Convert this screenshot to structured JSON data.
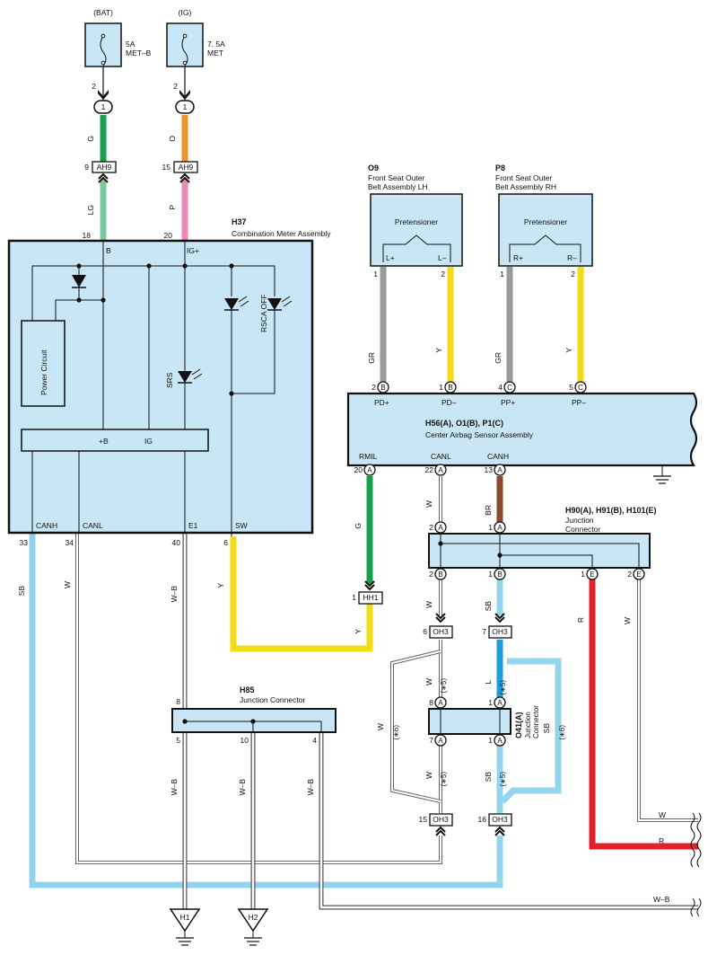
{
  "colors": {
    "box_fill": "#c8e6f5",
    "green": "#16a04a",
    "light_green": "#7cc9a0",
    "orange": "#f0922c",
    "pink": "#ea86b8",
    "gray": "#9a9a9a",
    "yellow": "#f5da16",
    "brown": "#8b4a2b",
    "light_blue": "#92d3ee",
    "blue": "#1a9ee0",
    "red": "#e5202a",
    "black": "#111111"
  },
  "fuses": {
    "bat": {
      "source": "(BAT)",
      "rating": "5A",
      "name": "MET–B",
      "pin": "2",
      "conn": "1"
    },
    "ig": {
      "source": "(IG)",
      "rating": "7. 5A",
      "name": "MET",
      "pin": "2",
      "conn": "1"
    }
  },
  "ah9": {
    "label": "AH9",
    "pin_g": "9",
    "pin_o": "15",
    "wire_top_g": "G",
    "wire_top_o": "O",
    "wire_bot_lg": "LG",
    "wire_bot_p": "P"
  },
  "meter": {
    "code": "H37",
    "name": "Combination Meter Assembly",
    "pin_b_num": "18",
    "pin_b": "B",
    "pin_ig_num": "20",
    "pin_ig": "IG+",
    "power_circuit": "Power Circuit",
    "srs": "SRS",
    "rsca": "RSCA OFF",
    "bus_plus_b": "+B",
    "bus_ig": "IG",
    "bottom_pins": [
      {
        "num": "33",
        "label": "CANH",
        "wire": "SB"
      },
      {
        "num": "34",
        "label": "CANL",
        "wire": "W"
      },
      {
        "num": "40",
        "label": "E1",
        "wire": "W–B"
      },
      {
        "num": "6",
        "label": "SW",
        "wire": "Y"
      }
    ]
  },
  "o9": {
    "code": "O9",
    "line1": "Front Seat Outer",
    "line2": "Belt Assembly LH",
    "inner": "Pretensioner",
    "pin_l_plus": "L+",
    "pin_l_minus": "L–",
    "n1": "1",
    "n2": "2",
    "w1": "GR",
    "w2": "Y"
  },
  "p8": {
    "code": "P8",
    "line1": "Front Seat Outer",
    "line2": "Belt Assembly RH",
    "inner": "Pretensioner",
    "pin_r_plus": "R+",
    "pin_r_minus": "R–",
    "n1": "1",
    "n2": "2",
    "w1": "GR",
    "w2": "Y"
  },
  "airbag": {
    "code": "H56(A), O1(B), P1(C)",
    "name": "Center Airbag Sensor Assembly",
    "top_pins": [
      {
        "num": "2",
        "conn": "B",
        "label": "PD+"
      },
      {
        "num": "1",
        "conn": "B",
        "label": "PD–"
      },
      {
        "num": "4",
        "conn": "C",
        "label": "PP+"
      },
      {
        "num": "5",
        "conn": "C",
        "label": "PP–"
      }
    ],
    "bottom_pins": [
      {
        "num": "20",
        "conn": "A",
        "label": "RMIL",
        "wire": "G"
      },
      {
        "num": "22",
        "conn": "A",
        "label": "CANL",
        "wire": "W"
      },
      {
        "num": "13",
        "conn": "A",
        "label": "CANH",
        "wire": "BR"
      }
    ]
  },
  "jc_h90": {
    "code": "H90(A), H91(B), H101(E)",
    "line1": "Junction",
    "line2": "Connector",
    "top": [
      {
        "num": "2",
        "conn": "A"
      },
      {
        "num": "1",
        "conn": "A"
      }
    ],
    "bottom": [
      {
        "num": "2",
        "conn": "B"
      },
      {
        "num": "1",
        "conn": "B"
      },
      {
        "num": "1",
        "conn": "E"
      },
      {
        "num": "2",
        "conn": "E"
      }
    ],
    "wires": {
      "w": "W",
      "sb": "SB",
      "r": "R",
      "w2": "W"
    }
  },
  "hh1": {
    "label": "HH1",
    "pin": "1",
    "wire": "Y"
  },
  "oh3": {
    "label": "OH3",
    "pins": {
      "a": "6",
      "b": "7",
      "c": "15",
      "d": "16"
    },
    "w": "W",
    "l": "L",
    "sb": "SB",
    "star5": "(∗5)",
    "star6": "(∗6)"
  },
  "o41": {
    "code": "O41(A)",
    "line1": "Junction",
    "line2": "Connector",
    "top": [
      {
        "num": "8",
        "conn": "A"
      },
      {
        "num": "1",
        "conn": "A"
      }
    ],
    "bottom": [
      {
        "num": "7",
        "conn": "A"
      },
      {
        "num": "1",
        "conn": "A"
      }
    ]
  },
  "h85": {
    "code": "H85",
    "name": "Junction Connector",
    "pin_top": "8",
    "bottom": [
      {
        "num": "5",
        "wire": "W–B"
      },
      {
        "num": "10",
        "wire": "W–B"
      },
      {
        "num": "4",
        "wire": "W–B"
      }
    ]
  },
  "grounds": {
    "h1": "H1",
    "h2": "H2"
  },
  "exits": {
    "w": "W",
    "r": "R",
    "wb": "W–B"
  }
}
